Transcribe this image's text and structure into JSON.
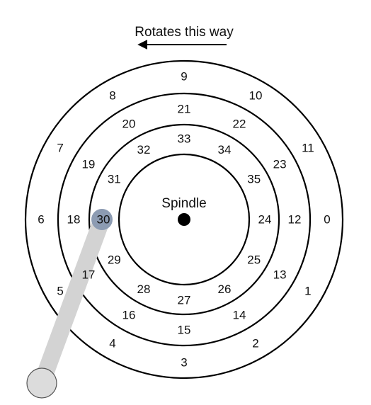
{
  "caption": "Rotates this way",
  "spindle_label": "Spindle",
  "tracks": {
    "outer": {
      "sectors": [
        {
          "label": "0"
        },
        {
          "label": "1"
        },
        {
          "label": "2"
        },
        {
          "label": "3"
        },
        {
          "label": "4"
        },
        {
          "label": "5"
        },
        {
          "label": "6"
        },
        {
          "label": "7"
        },
        {
          "label": "8"
        },
        {
          "label": "9"
        },
        {
          "label": "10"
        },
        {
          "label": "11"
        }
      ]
    },
    "middle": {
      "sectors": [
        {
          "label": "12"
        },
        {
          "label": "13"
        },
        {
          "label": "14"
        },
        {
          "label": "15"
        },
        {
          "label": "16"
        },
        {
          "label": "17"
        },
        {
          "label": "18"
        },
        {
          "label": "19"
        },
        {
          "label": "20"
        },
        {
          "label": "21"
        },
        {
          "label": "22"
        },
        {
          "label": "23"
        }
      ]
    },
    "inner": {
      "sectors": [
        {
          "label": "24"
        },
        {
          "label": "25"
        },
        {
          "label": "26"
        },
        {
          "label": "27"
        },
        {
          "label": "28"
        },
        {
          "label": "29"
        },
        {
          "label": "30"
        },
        {
          "label": "31"
        },
        {
          "label": "32"
        },
        {
          "label": "33"
        },
        {
          "label": "34"
        },
        {
          "label": "35"
        }
      ]
    }
  },
  "colors": {
    "arm": "#d3d3d3",
    "arm_pivot": "#dcdcdc",
    "head": "#8c9bb2",
    "spindle": "#000000"
  }
}
